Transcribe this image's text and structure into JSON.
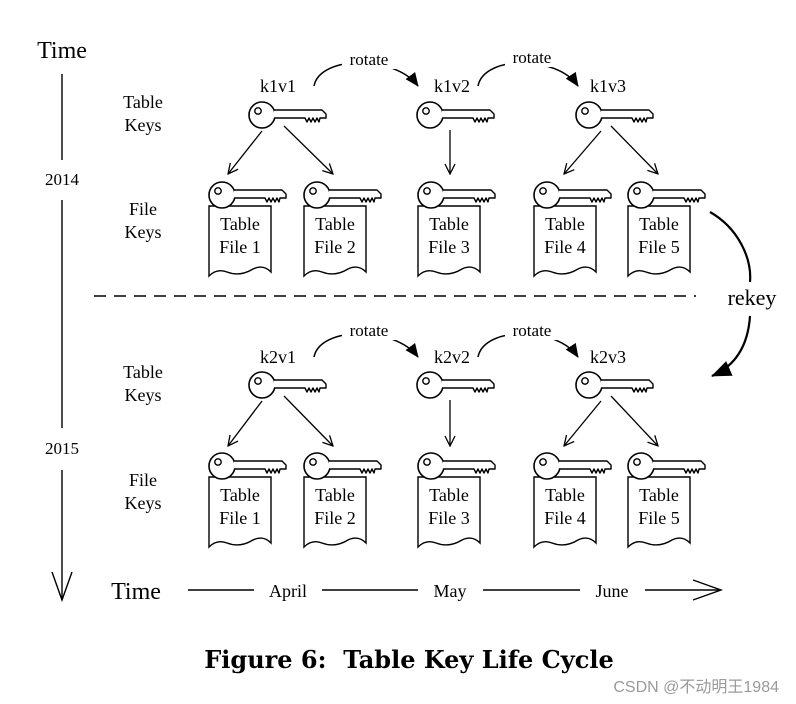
{
  "time_axis": {
    "label": "Time",
    "years": [
      "2014",
      "2015"
    ]
  },
  "row_labels": {
    "table_keys": [
      "Table",
      "Keys"
    ],
    "file_keys": [
      "File",
      "Keys"
    ]
  },
  "rows": [
    {
      "keys": [
        "k1v1",
        "k1v2",
        "k1v3"
      ],
      "rotate_labels": [
        "rotate",
        "rotate"
      ],
      "files": [
        [
          "Table",
          "File 1"
        ],
        [
          "Table",
          "File 2"
        ],
        [
          "Table",
          "File 3"
        ],
        [
          "Table",
          "File 4"
        ],
        [
          "Table",
          "File 5"
        ]
      ]
    },
    {
      "keys": [
        "k2v1",
        "k2v2",
        "k2v3"
      ],
      "rotate_labels": [
        "rotate",
        "rotate"
      ],
      "files": [
        [
          "Table",
          "File 1"
        ],
        [
          "Table",
          "File 2"
        ],
        [
          "Table",
          "File 3"
        ],
        [
          "Table",
          "File 4"
        ],
        [
          "Table",
          "File 5"
        ]
      ]
    }
  ],
  "rekey_label": "rekey",
  "bottom_axis": {
    "label": "Time",
    "months": [
      "April",
      "May",
      "June"
    ]
  },
  "caption": "Figure 6:  Table Key Life Cycle",
  "watermark": "CSDN @不动明王1984"
}
